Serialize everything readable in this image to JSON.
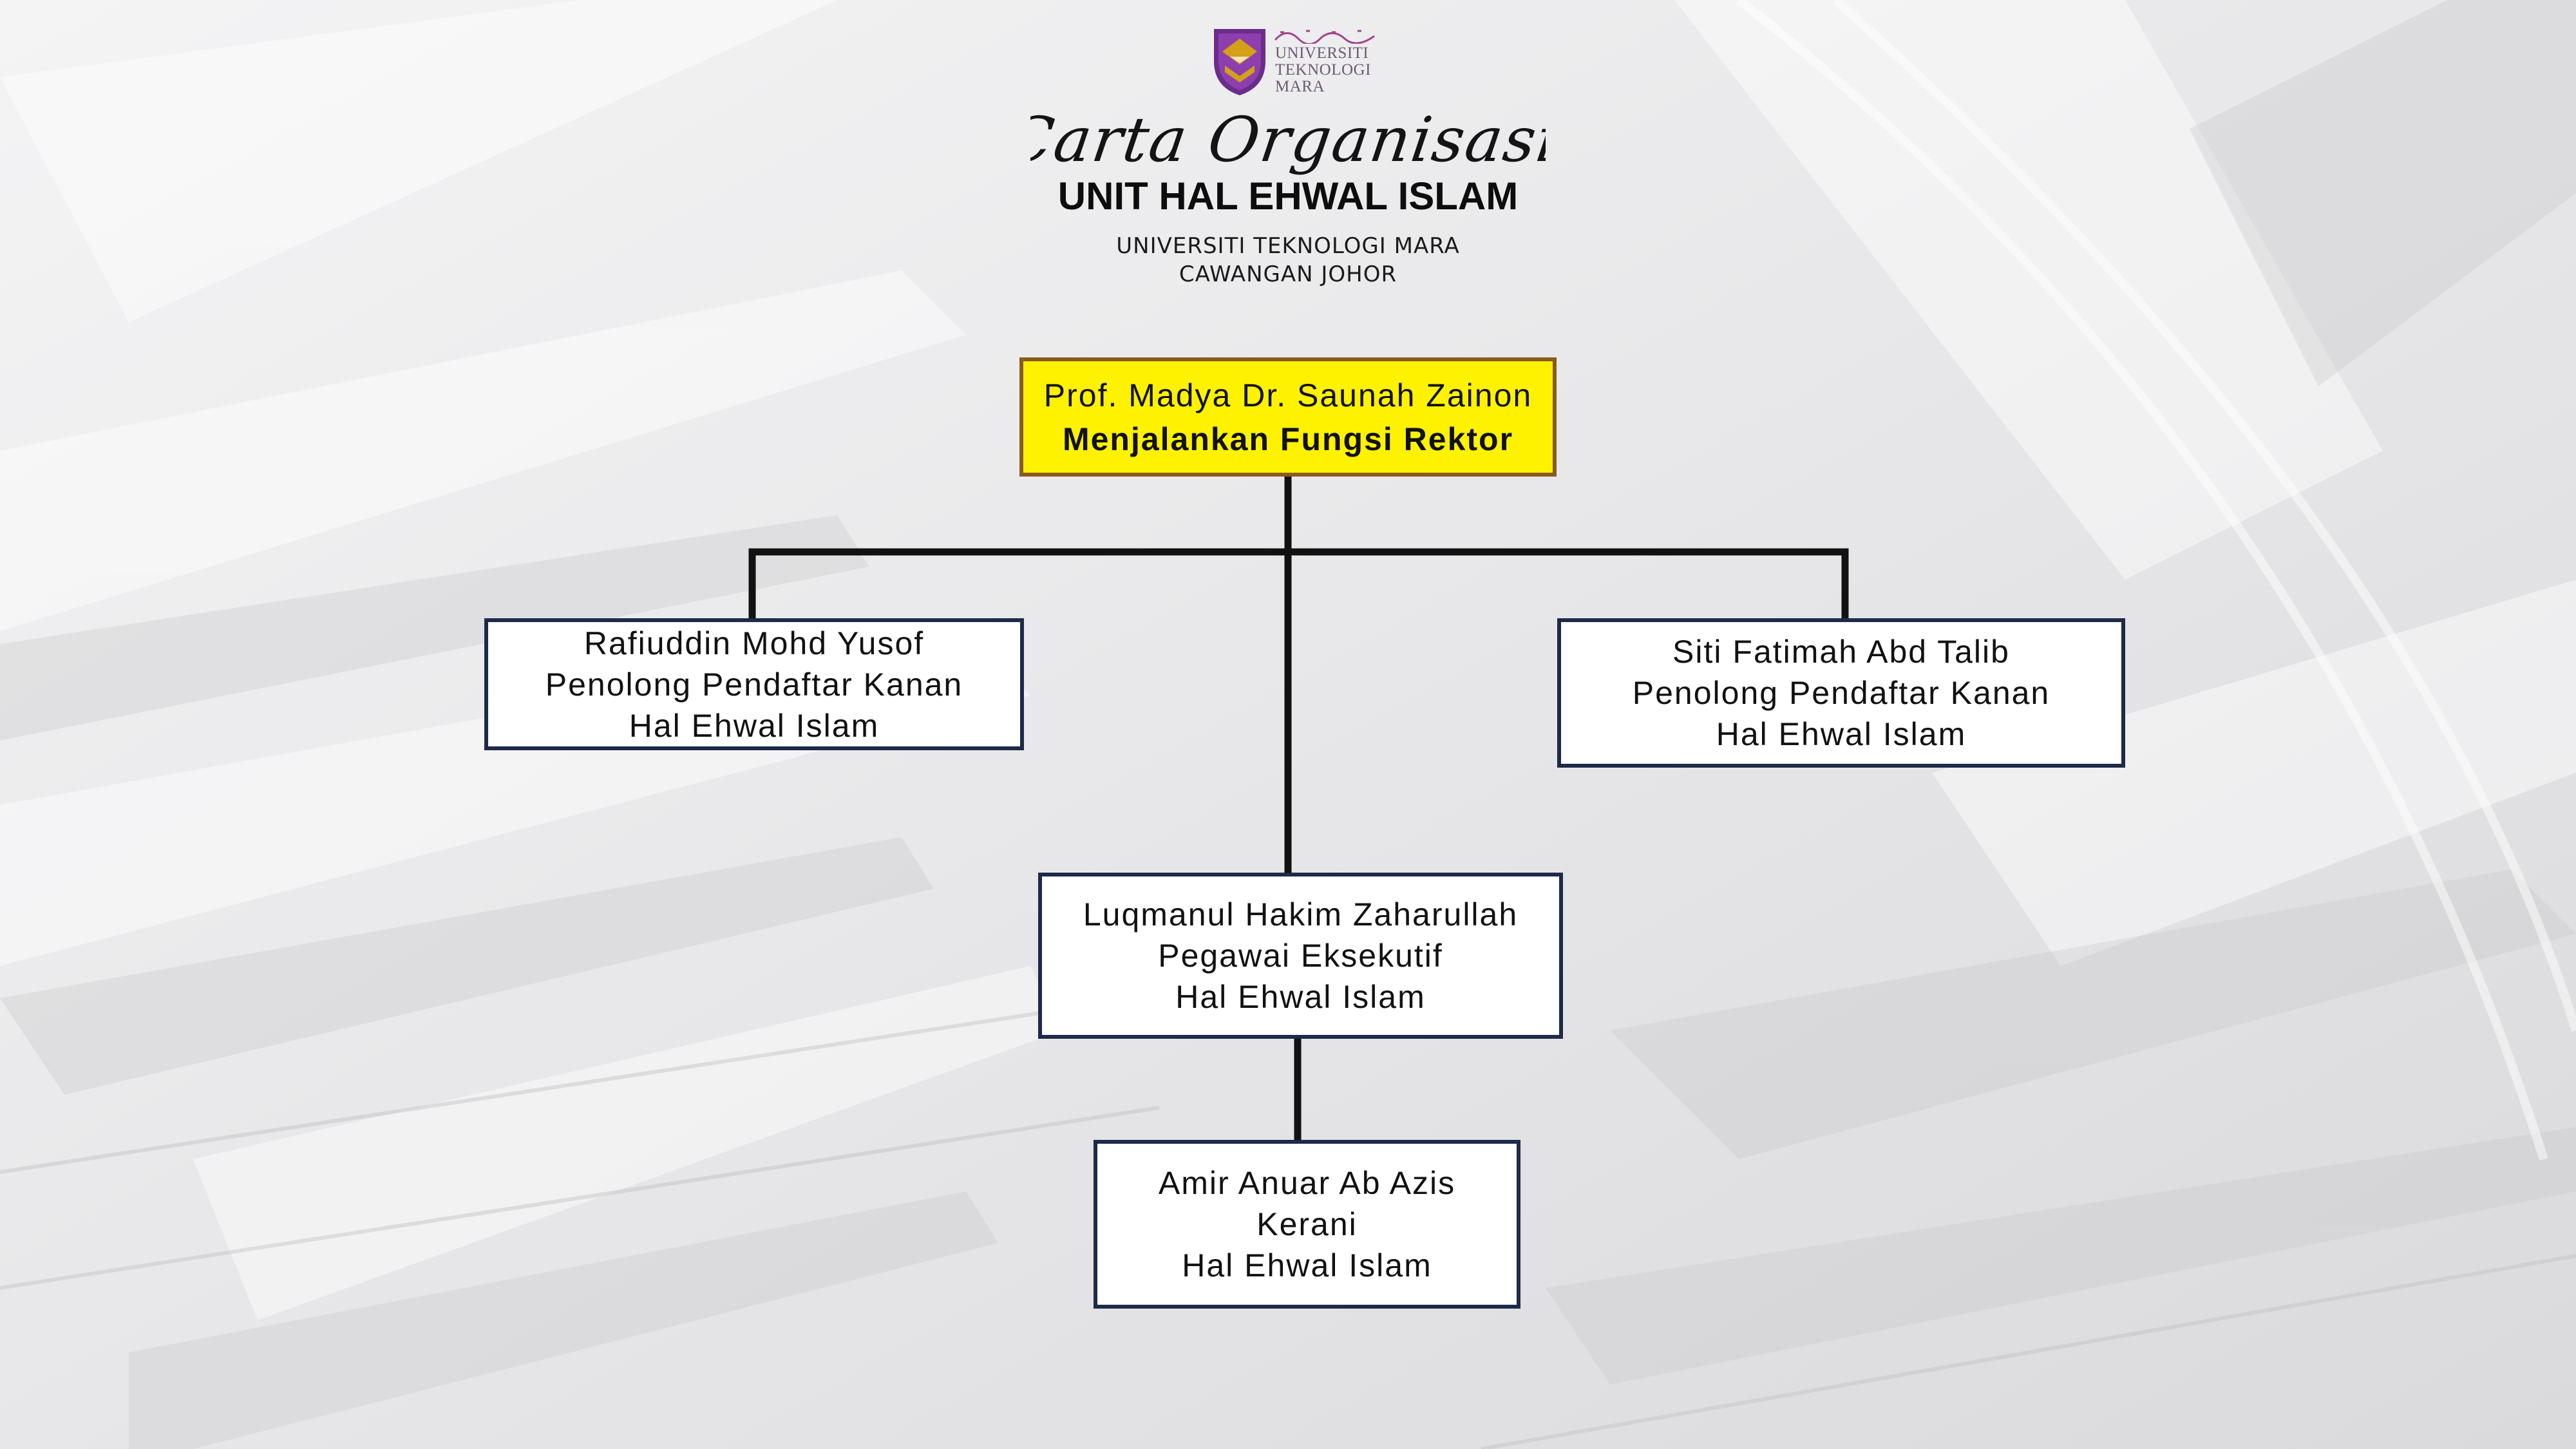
{
  "logo": {
    "line1": "UNIVERSITI",
    "line2": "TEKNOLOGI",
    "line3": "MARA",
    "icon": "uitm-shield-logo"
  },
  "header": {
    "script_title": "Carta Organisasi",
    "title": "UNIT HAL EHWAL ISLAM",
    "subtitle_line1": "UNIVERSITI TEKNOLOGI MARA",
    "subtitle_line2": "CAWANGAN JOHOR"
  },
  "chart": {
    "top": {
      "name": "Prof. Madya Dr. Saunah Zainon",
      "role": "Menjalankan Fungsi Rektor"
    },
    "left": {
      "name": "Rafiuddin Mohd Yusof",
      "role": "Penolong Pendaftar Kanan",
      "unit": "Hal Ehwal Islam"
    },
    "right": {
      "name": "Siti Fatimah Abd Talib",
      "role": "Penolong Pendaftar Kanan",
      "unit": "Hal Ehwal Islam"
    },
    "middle": {
      "name": "Luqmanul Hakim Zaharullah",
      "role": "Pegawai Eksekutif",
      "unit": "Hal Ehwal Islam"
    },
    "bottom": {
      "name": "Amir Anuar Ab Azis",
      "role": "Kerani",
      "unit": "Hal Ehwal Islam"
    }
  },
  "colors": {
    "box_border": "#1d2a48",
    "top_box_fill": "#fff200",
    "top_box_border": "#8a5a1e",
    "connector": "#111111",
    "logo_purple": "#6b2d8b",
    "logo_gold": "#d4a017"
  }
}
